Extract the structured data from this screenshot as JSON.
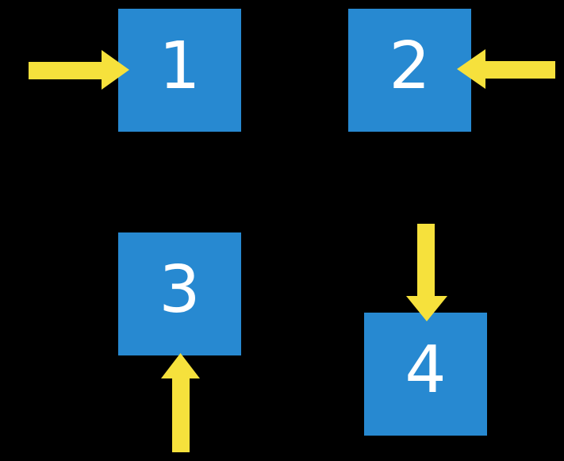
{
  "colors": {
    "background": "#000000",
    "box": "#2789D1",
    "arrow": "#F6E13C",
    "label": "#FFFFFF"
  },
  "boxes": [
    {
      "label": "1",
      "arrow_icon": "arrow-right-icon",
      "arrow_direction": "right",
      "arrow_enters_from": "left"
    },
    {
      "label": "2",
      "arrow_icon": "arrow-left-icon",
      "arrow_direction": "left",
      "arrow_enters_from": "right"
    },
    {
      "label": "3",
      "arrow_icon": "arrow-up-icon",
      "arrow_direction": "up",
      "arrow_enters_from": "bottom"
    },
    {
      "label": "4",
      "arrow_icon": "arrow-down-icon",
      "arrow_direction": "down",
      "arrow_enters_from": "top"
    }
  ]
}
